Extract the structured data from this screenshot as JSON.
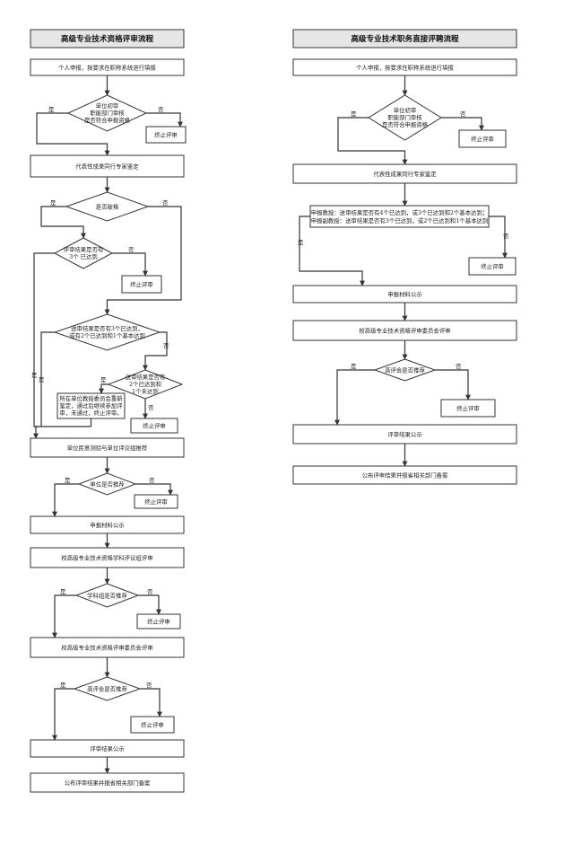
{
  "left": {
    "title": "高级专业技术资格评审流程",
    "apply": "个人申报，按要求在职称系统进行填报",
    "d_review": [
      "单位初审",
      "职能部门审核",
      "是否符合申报资格"
    ],
    "stop": "终止评审",
    "yes": "是",
    "no": "否",
    "expert": "代表性成果同行专家鉴定",
    "d_pass": "是否破格",
    "d_three": [
      "评审结果是否有",
      "3个 已达到"
    ],
    "d_results": [
      "送审结果是否有3个已达到，",
      "或有2个已达到和1个基本达到"
    ],
    "d_partial": [
      "送审结果是否有",
      "2个已达到和",
      "1个未达到"
    ],
    "committee_note": [
      "所在单位教授委员会重新",
      "鉴定，通过后继续参加评",
      "审，未通过，终止评审。"
    ],
    "vote": "单位民意测验与单位评议组推荐",
    "d_unit": "单位是否推荐",
    "publicity": "申报材料公示",
    "discipline": "校高级专业技术资格学科评议组评审",
    "d_discipline": "学科组是否推荐",
    "committee": "校高级专业技术资格评审委员会评审",
    "d_committee": "高评会是否推荐",
    "result_publicity": "评审结果公示",
    "publish": "公布评审结果并报省相关部门备案"
  },
  "right": {
    "title": "高级专业技术职务直接评聘流程",
    "apply": "个人申报，按要求在职称系统进行填报",
    "d_review": [
      "单位初审",
      "职能部门审核",
      "是否符合申报资格"
    ],
    "stop": "终止评审",
    "yes": "是",
    "no": "否",
    "expert": "代表性成果同行专家鉴定",
    "criteria": [
      "申报教授：送审结果是否有4个已达到，或3个已达到和2个基本达到；",
      "申报副教授：送审结果是否有3个已达到，或2个已达到和1个基本达到"
    ],
    "publicity": "申报材料公示",
    "committee": "校高级专业技术资格评审委员会评审",
    "d_committee": "高评会是否推荐",
    "result_publicity": "评审结果公示",
    "publish": "公布评审结果并报省相关部门备案"
  }
}
